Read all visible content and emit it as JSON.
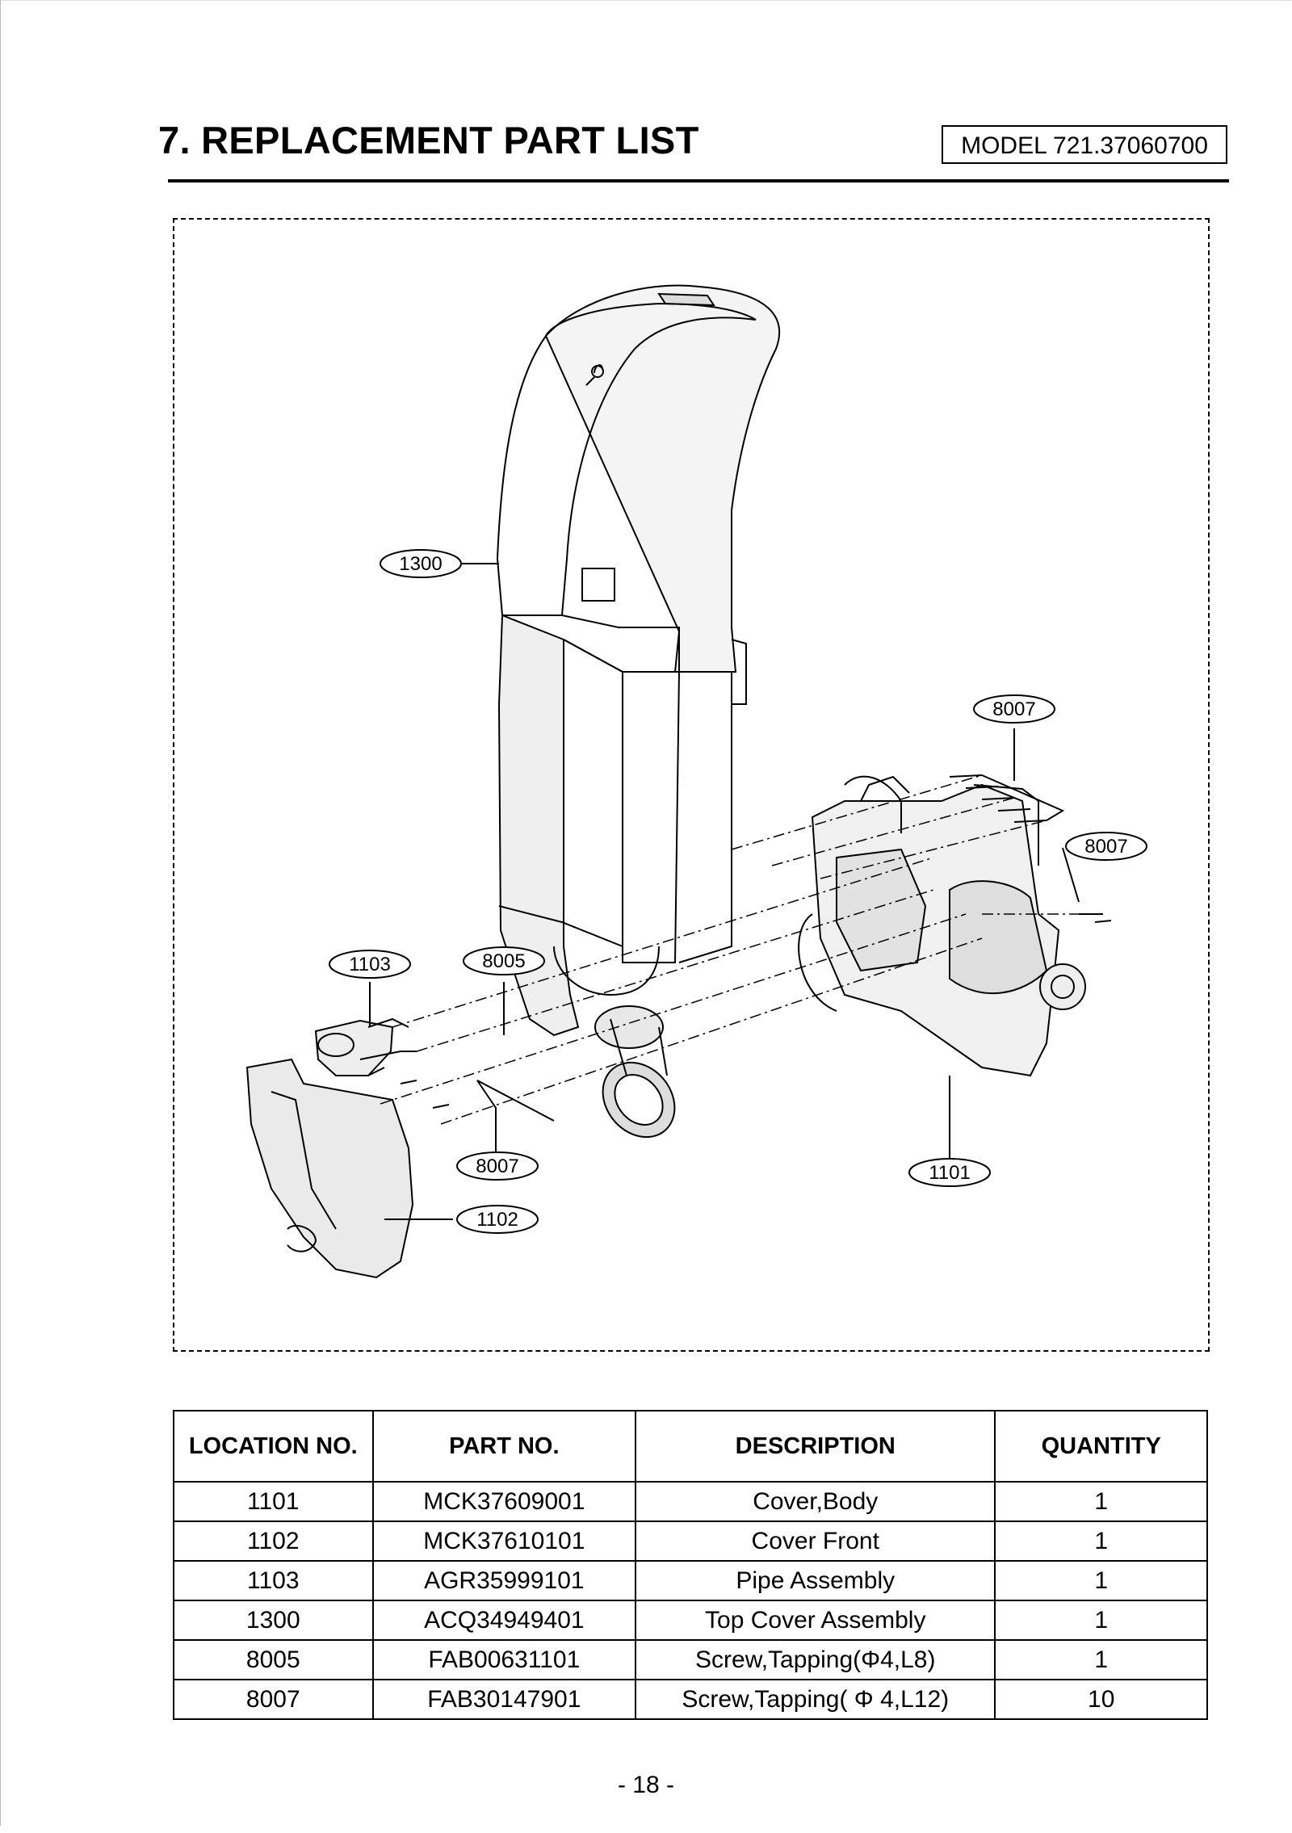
{
  "header": {
    "title": "7. REPLACEMENT PART LIST",
    "model": "MODEL 721.37060700"
  },
  "diagram": {
    "callouts": [
      "1300",
      "8007",
      "8007",
      "1103",
      "8005",
      "8007",
      "1102",
      "1101"
    ]
  },
  "table": {
    "columns": [
      "LOCATION NO.",
      "PART NO.",
      "DESCRIPTION",
      "QUANTITY"
    ],
    "rows": [
      {
        "location": "1101",
        "part_no": "MCK37609001",
        "description": "Cover,Body",
        "quantity": "1"
      },
      {
        "location": "1102",
        "part_no": "MCK37610101",
        "description": "Cover Front",
        "quantity": "1"
      },
      {
        "location": "1103",
        "part_no": "AGR35999101",
        "description": "Pipe Assembly",
        "quantity": "1"
      },
      {
        "location": "1300",
        "part_no": "ACQ34949401",
        "description": "Top Cover Assembly",
        "quantity": "1"
      },
      {
        "location": "8005",
        "part_no": "FAB00631101",
        "description": "Screw,Tapping(Φ4,L8)",
        "quantity": "1"
      },
      {
        "location": "8007",
        "part_no": "FAB30147901",
        "description": "Screw,Tapping( Φ 4,L12)",
        "quantity": "10"
      }
    ]
  },
  "footer": {
    "page_number": "- 18 -"
  }
}
